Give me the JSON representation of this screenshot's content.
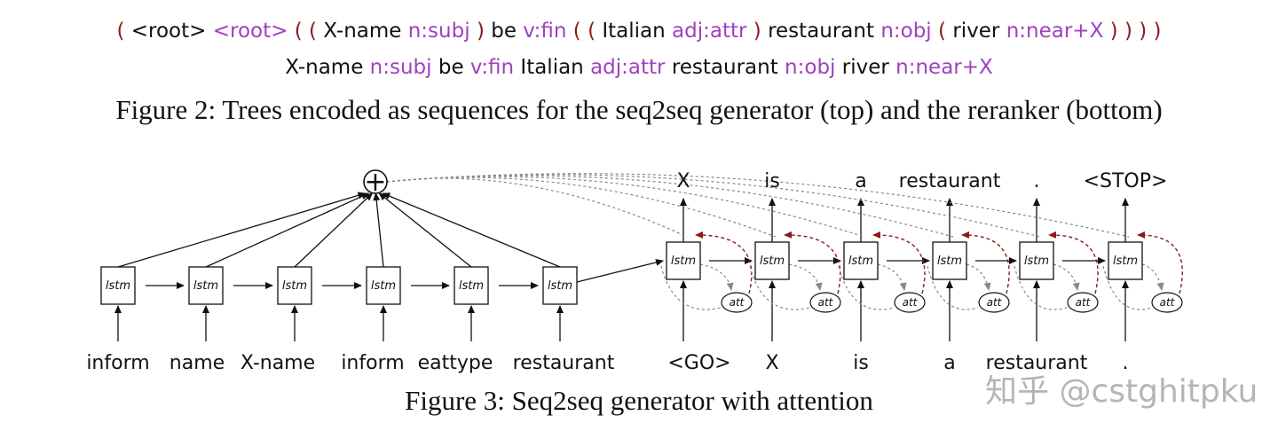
{
  "sequences": {
    "top": [
      {
        "t": "(",
        "c": "paren"
      },
      {
        "t": "<root>",
        "c": "black"
      },
      {
        "t": "<root>",
        "c": "purple"
      },
      {
        "t": "(",
        "c": "paren"
      },
      {
        "t": "(",
        "c": "paren"
      },
      {
        "t": "X-name",
        "c": "black"
      },
      {
        "t": "n:subj",
        "c": "purple"
      },
      {
        "t": ")",
        "c": "paren"
      },
      {
        "t": "be",
        "c": "black"
      },
      {
        "t": "v:fin",
        "c": "purple"
      },
      {
        "t": "(",
        "c": "paren"
      },
      {
        "t": "(",
        "c": "paren"
      },
      {
        "t": "Italian",
        "c": "black"
      },
      {
        "t": "adj:attr",
        "c": "purple"
      },
      {
        "t": ")",
        "c": "paren"
      },
      {
        "t": "restaurant",
        "c": "black"
      },
      {
        "t": "n:obj",
        "c": "purple"
      },
      {
        "t": "(",
        "c": "paren"
      },
      {
        "t": "river",
        "c": "black"
      },
      {
        "t": "n:near+X",
        "c": "purple"
      },
      {
        "t": ")",
        "c": "paren"
      },
      {
        "t": ")",
        "c": "paren"
      },
      {
        "t": ")",
        "c": "paren"
      },
      {
        "t": ")",
        "c": "paren"
      }
    ],
    "bottom": [
      {
        "t": "X-name",
        "c": "black"
      },
      {
        "t": "n:subj",
        "c": "purple"
      },
      {
        "t": "be",
        "c": "black"
      },
      {
        "t": "v:fin",
        "c": "purple"
      },
      {
        "t": "Italian",
        "c": "black"
      },
      {
        "t": "adj:attr",
        "c": "purple"
      },
      {
        "t": "restaurant",
        "c": "black"
      },
      {
        "t": "n:obj",
        "c": "purple"
      },
      {
        "t": "river",
        "c": "black"
      },
      {
        "t": "n:near+X",
        "c": "purple"
      }
    ]
  },
  "captions": {
    "fig2": "Figure 2: Trees encoded as sequences for the seq2seq generator (top) and the reranker (bottom)",
    "fig3": "Figure 3: Seq2seq generator with attention"
  },
  "diagram": {
    "cell_label": "lstm",
    "att_label": "att",
    "combine_symbol": "+",
    "encoder_inputs": [
      "inform",
      "name",
      "X-name",
      "inform",
      "eattype",
      "restaurant"
    ],
    "decoder_inputs": [
      "<GO>",
      "X",
      "is",
      "a",
      "restaurant",
      "."
    ],
    "decoder_outputs": [
      "X",
      "is",
      "a",
      "restaurant",
      ".",
      "<STOP>"
    ]
  },
  "watermark": "知乎 @cstghitpku",
  "colors": {
    "paren": "#8b1a1a",
    "tag": "#a040c0",
    "attention_arrow": "#8b1a1a",
    "dotted": "#888888"
  }
}
